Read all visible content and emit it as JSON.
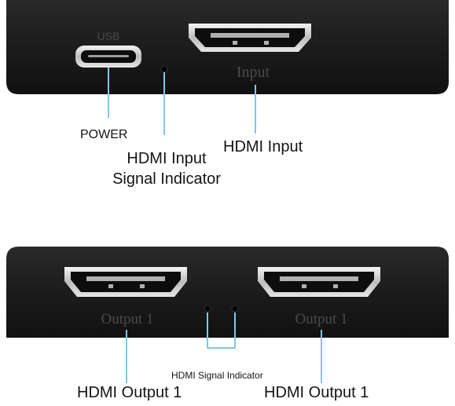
{
  "input_panel": {
    "usb_label": "USB",
    "input_port_label": "Input"
  },
  "output_panel": {
    "output_port_1_label": "Output 1",
    "output_port_2_label": "Output 1"
  },
  "callouts": {
    "power": "POWER",
    "hdmi_input_indicator_line1": "HDMI Input",
    "hdmi_input_indicator_line2": "Signal Indicator",
    "hdmi_input": "HDMI Input",
    "hdmi_signal_indicator": "HDMI Signal Indicator",
    "hdmi_output_left": "HDMI Output 1",
    "hdmi_output_right": "HDMI Output 1"
  },
  "colors": {
    "device_body": "#1c1c1c",
    "leader_line": "#7fc9e6",
    "port_metal": "#d8d8d8",
    "port_label": "#4a4a4a"
  }
}
